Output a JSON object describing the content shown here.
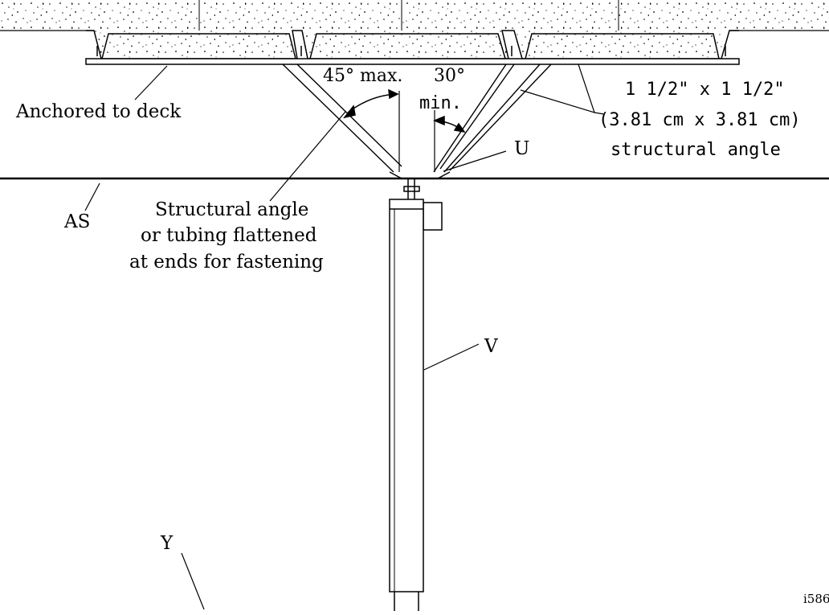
{
  "diagram": {
    "labels": {
      "anchored": "Anchored to deck",
      "angle_max": "45° max.",
      "angle_min_value": "30°",
      "angle_min_word": "min.",
      "size_line1": "1 1/2\" x 1 1/2\"",
      "size_line2": "(3.81 cm x 3.81 cm)",
      "size_line3": "structural angle",
      "u": "U",
      "as": "AS",
      "struct_line1": "Structural angle",
      "struct_line2": "or tubing flattened",
      "struct_line3": "at ends for fastening",
      "v": "V",
      "y": "Y",
      "ref": "i586"
    }
  }
}
